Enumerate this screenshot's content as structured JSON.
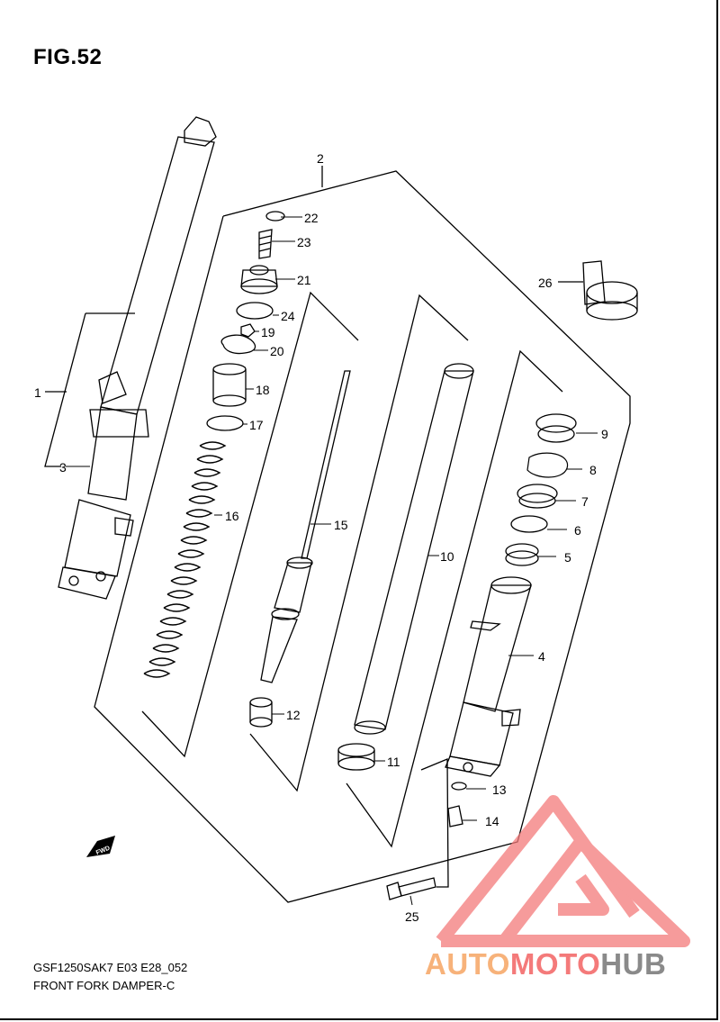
{
  "figure": {
    "title": "FIG.52",
    "code": "GSF1250SAK7 E03 E28_052",
    "name": "FRONT FORK DAMPER-C"
  },
  "parts": {
    "p1": "1",
    "p2": "2",
    "p3": "3",
    "p4": "4",
    "p5": "5",
    "p6": "6",
    "p7": "7",
    "p8": "8",
    "p9": "9",
    "p10": "10",
    "p11": "11",
    "p12": "12",
    "p13": "13",
    "p14": "14",
    "p15": "15",
    "p16": "16",
    "p17": "17",
    "p18": "18",
    "p19": "19",
    "p20": "20",
    "p21": "21",
    "p22": "22",
    "p23": "23",
    "p24": "24",
    "p25": "25",
    "p26": "26"
  },
  "fwd_marker": "FWD",
  "watermark": {
    "part1": "AUTO",
    "part2": "MOTO",
    "part3": "HUB",
    "colors": {
      "auto": "#f7b27a",
      "moto": "#f47a7a",
      "hub": "#8a8a8a",
      "logo": "#f47a7a"
    }
  }
}
